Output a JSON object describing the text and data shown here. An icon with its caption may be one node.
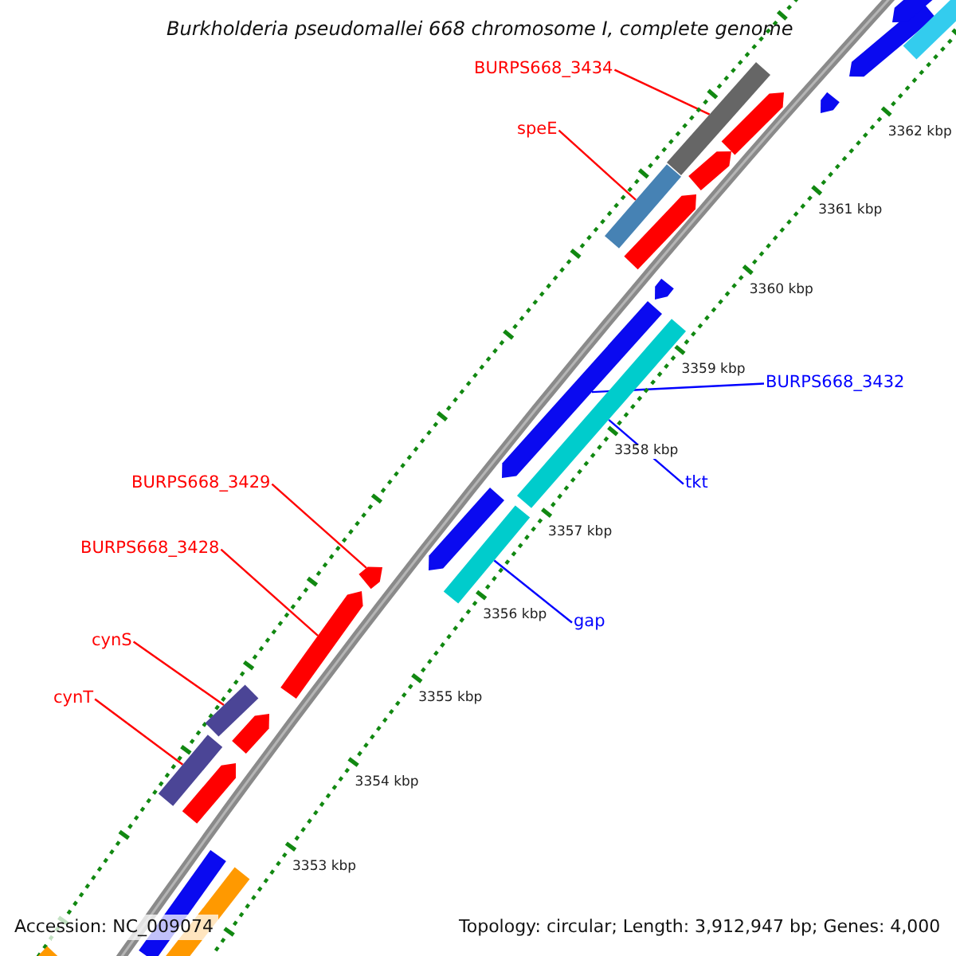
{
  "diagram": {
    "title": "Burkholderia pseudomallei 668 chromosome I, complete genome",
    "nodes": [
      {
        "text": [
          "BURPS668_3434"
        ]
      },
      {
        "text": [
          "speE"
        ]
      },
      {
        "text": [
          "BURPS668_3432"
        ]
      },
      {
        "text": [
          "tkt"
        ]
      },
      {
        "text": [
          "BURPS668_3429"
        ]
      },
      {
        "text": [
          "BURPS668_3428"
        ]
      },
      {
        "text": [
          "gap"
        ]
      },
      {
        "text": [
          "cynS"
        ]
      },
      {
        "text": [
          "cynT"
        ]
      },
      {
        "text": [],
        "shape": "bar"
      },
      {
        "text": [],
        "shape": "bar"
      },
      {
        "text": [],
        "shape": "bar"
      },
      {
        "text": [],
        "shape": "bar"
      },
      {
        "text": [],
        "shape": "bar"
      },
      {
        "text": [],
        "shape": "bar"
      },
      {
        "text": [],
        "shape": "bar"
      },
      {
        "text": [],
        "shape": "bar"
      },
      {
        "text": [],
        "shape": "bar"
      }
    ],
    "edges": [
      {
        "from": 0,
        "to": 9,
        "arrow": "none"
      },
      {
        "from": 1,
        "to": 10,
        "arrow": "none"
      },
      {
        "from": 2,
        "to": 11,
        "arrow": "none",
        "color": "#0000ff"
      },
      {
        "from": 3,
        "to": 12,
        "arrow": "none",
        "color": "#0000ff"
      },
      {
        "from": 4,
        "to": 14,
        "arrow": "none"
      },
      {
        "from": 5,
        "to": 15,
        "arrow": "none"
      },
      {
        "from": 6,
        "to": 13,
        "arrow": "none",
        "color": "#0000ff"
      },
      {
        "from": 7,
        "to": 16,
        "arrow": "none"
      },
      {
        "from": 8,
        "to": 17,
        "arrow": "none"
      }
    ],
    "labels": [
      "3362 kbp",
      "3361 kbp",
      "3360 kbp",
      "3359 kbp",
      "3358 kbp",
      "3357 kbp",
      "3356 kbp",
      "3355 kbp",
      "3354 kbp",
      "3353 kbp",
      "Accession: NC_009074",
      "Topology: circular; Length: 3,912,947 bp; Genes: 4,000"
    ]
  }
}
